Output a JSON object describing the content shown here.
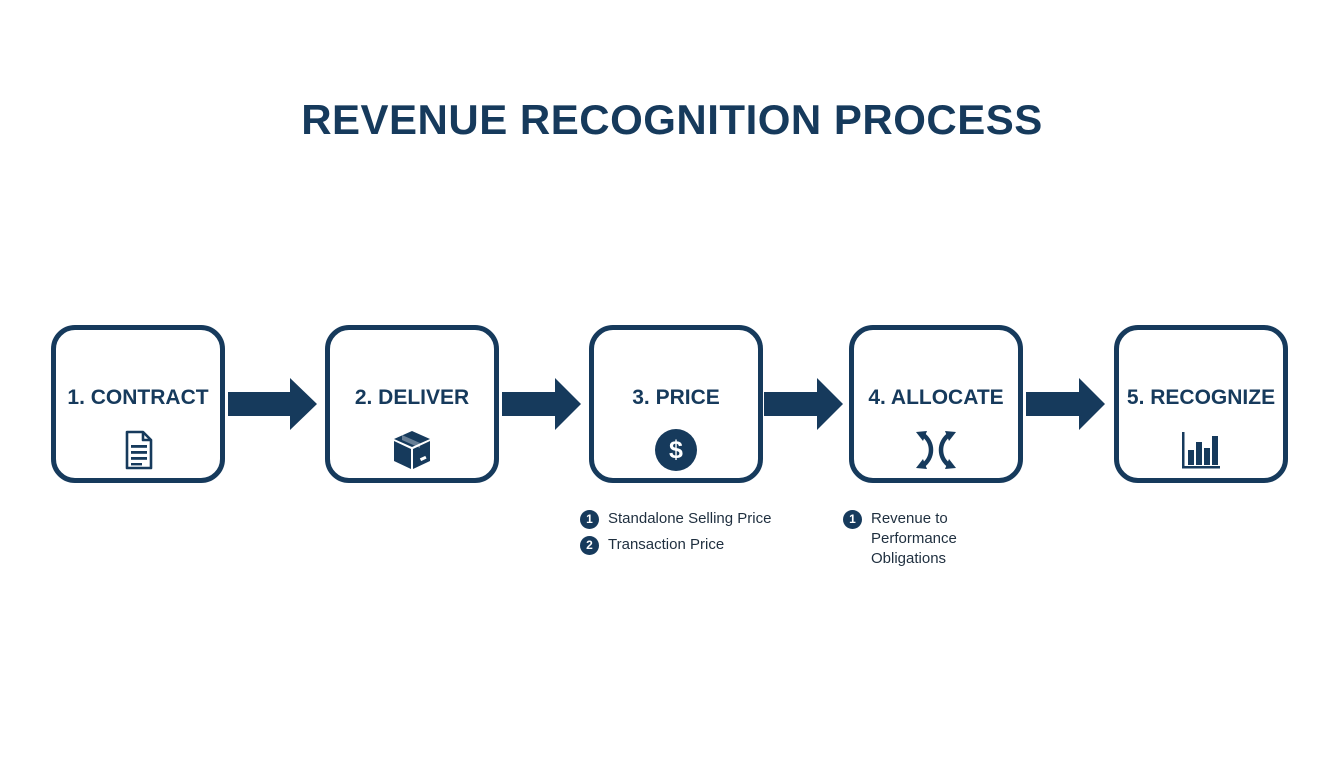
{
  "title": "REVENUE RECOGNITION PROCESS",
  "colors": {
    "primary": "#163a5c",
    "background": "#ffffff",
    "note_text": "#1f2f3f"
  },
  "steps": [
    {
      "label": "1. CONTRACT",
      "icon": "document-icon"
    },
    {
      "label": "2. DELIVER",
      "icon": "box-icon"
    },
    {
      "label": "3. PRICE",
      "icon": "dollar-icon"
    },
    {
      "label": "4. ALLOCATE",
      "icon": "shuffle-icon"
    },
    {
      "label": "5. RECOGNIZE",
      "icon": "bar-chart-icon"
    }
  ],
  "price_notes": [
    {
      "number": "1",
      "text": "Standalone Selling Price"
    },
    {
      "number": "2",
      "text": "Transaction Price"
    }
  ],
  "allocate_notes": [
    {
      "number": "1",
      "text": "Revenue to Performance Obligations"
    }
  ]
}
